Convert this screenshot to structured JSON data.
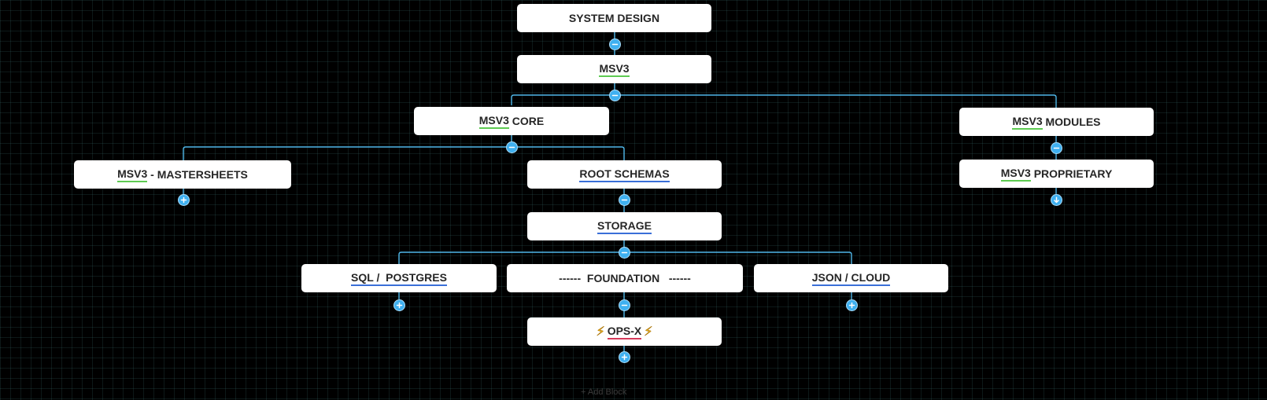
{
  "nodes": {
    "system_design": {
      "label": "SYSTEM DESIGN"
    },
    "msv3": {
      "label": "MSV3"
    },
    "msv3_core": {
      "prefix": "MSV3",
      "suffix": " CORE"
    },
    "msv3_modules": {
      "prefix": "MSV3",
      "suffix": " MODULES"
    },
    "msv3_mastersheets": {
      "prefix": "MSV3",
      "suffix": " - MASTERSHEETS"
    },
    "root_schemas": {
      "label": "ROOT SCHEMAS"
    },
    "msv3_proprietary": {
      "prefix": "MSV3",
      "suffix": " PROPRIETARY"
    },
    "storage": {
      "label": "STORAGE"
    },
    "sql_postgres": {
      "label": "SQL /  POSTGRES"
    },
    "foundation": {
      "label": "------  FOUNDATION   ------"
    },
    "json_cloud": {
      "label": "JSON / CLOUD"
    },
    "ops_x": {
      "label": "OPS-X",
      "icon": "⚡"
    }
  },
  "add_block": {
    "label": "+ Add Block"
  },
  "colors": {
    "background": "#000000",
    "connector": "#4fb6e8",
    "toggle": "#3fb0f0",
    "underline_green": "#5ecb52",
    "underline_blue": "#3a6fd8",
    "underline_red": "#d63a5a",
    "node_bg": "#ffffff",
    "bolt": "#f3b81c"
  },
  "icons": {
    "collapse": "minus-circle-icon",
    "expand": "plus-circle-icon",
    "collapsed_state": "arrow-down-circle-icon",
    "ops": "lightning-bolt-icon"
  }
}
